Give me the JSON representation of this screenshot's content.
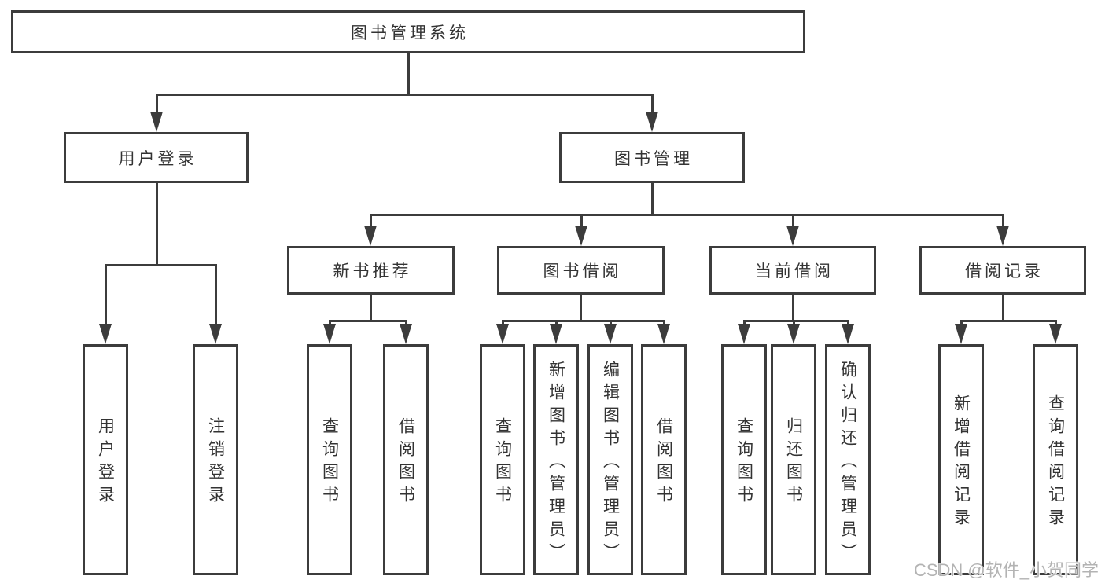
{
  "diagram": {
    "root": {
      "label": "图书管理系统"
    },
    "level2": [
      {
        "label": "用户登录"
      },
      {
        "label": "图书管理"
      }
    ],
    "level3": [
      {
        "label": "新书推荐"
      },
      {
        "label": "图书借阅"
      },
      {
        "label": "当前借阅"
      },
      {
        "label": "借阅记录"
      }
    ],
    "leaves": [
      {
        "label": "用户登录"
      },
      {
        "label": "注销登录"
      },
      {
        "label": "查询图书"
      },
      {
        "label": "借阅图书"
      },
      {
        "label": "查询图书"
      },
      {
        "label": "新增图书（管理员）"
      },
      {
        "label": "编辑图书（管理员）"
      },
      {
        "label": "借阅图书"
      },
      {
        "label": "查询图书"
      },
      {
        "label": "归还图书"
      },
      {
        "label": "确认归还（管理员）"
      },
      {
        "label": "新增借阅记录"
      },
      {
        "label": "查询借阅记录"
      }
    ],
    "hierarchy": {
      "图书管理系统": {
        "用户登录": [
          "用户登录",
          "注销登录"
        ],
        "图书管理": {
          "新书推荐": [
            "查询图书",
            "借阅图书"
          ],
          "图书借阅": [
            "查询图书",
            "新增图书（管理员）",
            "编辑图书（管理员）",
            "借阅图书"
          ],
          "当前借阅": [
            "查询图书",
            "归还图书",
            "确认归还（管理员）"
          ],
          "借阅记录": [
            "新增借阅记录",
            "查询借阅记录"
          ]
        }
      }
    },
    "colors": {
      "line": "#3c3c3c",
      "text": "#333333",
      "box_background": "#ffffff",
      "watermark": "#b3b3b3"
    }
  },
  "watermark": {
    "text": "CSDN @软件_小贺同学"
  }
}
